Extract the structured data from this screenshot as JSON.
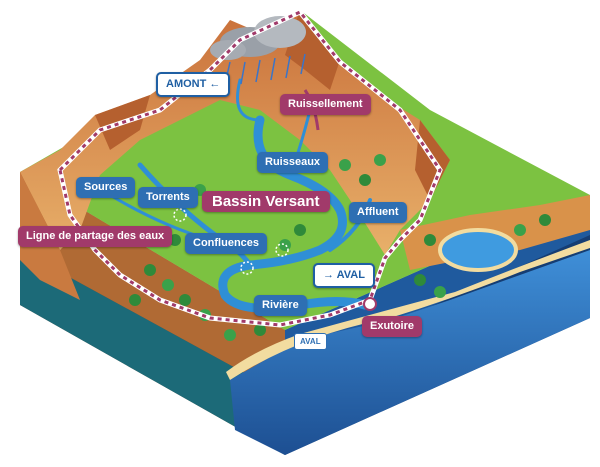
{
  "labels": {
    "amont": "AMONT ←",
    "ruissellement": "Ruissellement",
    "ruisseaux": "Ruisseaux",
    "sources": "Sources",
    "torrents": "Torrents",
    "bassin_versant": "Bassin Versant",
    "affluent": "Affluent",
    "ligne_partage": "Ligne de partage des eaux",
    "confluences": "Confluences",
    "aval_arrow": "→ AVAL",
    "riviere": "Rivière",
    "exutoire": "Exutoire",
    "aval_small": "AVAL"
  },
  "colors": {
    "label_blue": "#2e6fb3",
    "label_pink": "#a13a6a",
    "water": "#2f8fd6",
    "grass": "#7cc241",
    "mountain": "#d9924a",
    "sea": "#1e4f8f",
    "watershed_line": "#a13a6a"
  }
}
